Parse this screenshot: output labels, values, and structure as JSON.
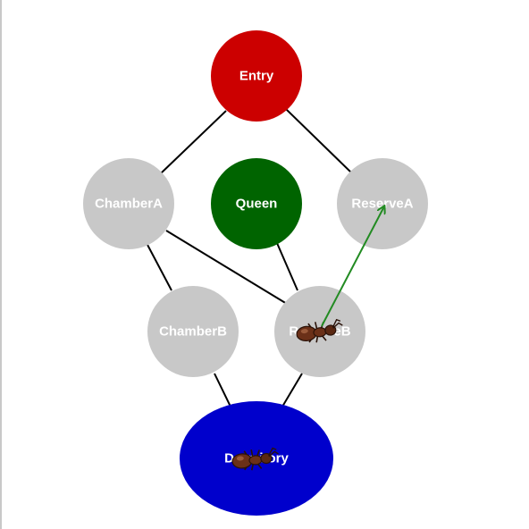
{
  "colors": {
    "entry": "#cc0000",
    "queen": "#006400",
    "inactive": "#c8c8c8",
    "dormitory": "#0000cc",
    "edge": "#000000",
    "arrow": "#228b22",
    "ant_body": "#6b3018",
    "ant_dark": "#2a1208"
  },
  "nodes": {
    "entry": "Entry",
    "chamber_a": "ChamberA",
    "queen": "Queen",
    "reserve_a": "ReserveA",
    "chamber_b": "ChamberB",
    "reserve_b": "ReserveB",
    "dormitory": "Dormitory"
  },
  "edges": [
    [
      "Entry",
      "ChamberA"
    ],
    [
      "Entry",
      "ReserveA"
    ],
    [
      "ChamberA",
      "ChamberB"
    ],
    [
      "ChamberA",
      "ReserveB"
    ],
    [
      "Queen",
      "ReserveB"
    ],
    [
      "ChamberB",
      "Dormitory"
    ],
    [
      "ReserveB",
      "Dormitory"
    ]
  ],
  "moves": [
    [
      "ReserveB",
      "ReserveA"
    ]
  ],
  "ants": [
    {
      "at": "ReserveB",
      "icon": "ant-icon"
    },
    {
      "at": "Dormitory",
      "icon": "ant-icon"
    }
  ]
}
